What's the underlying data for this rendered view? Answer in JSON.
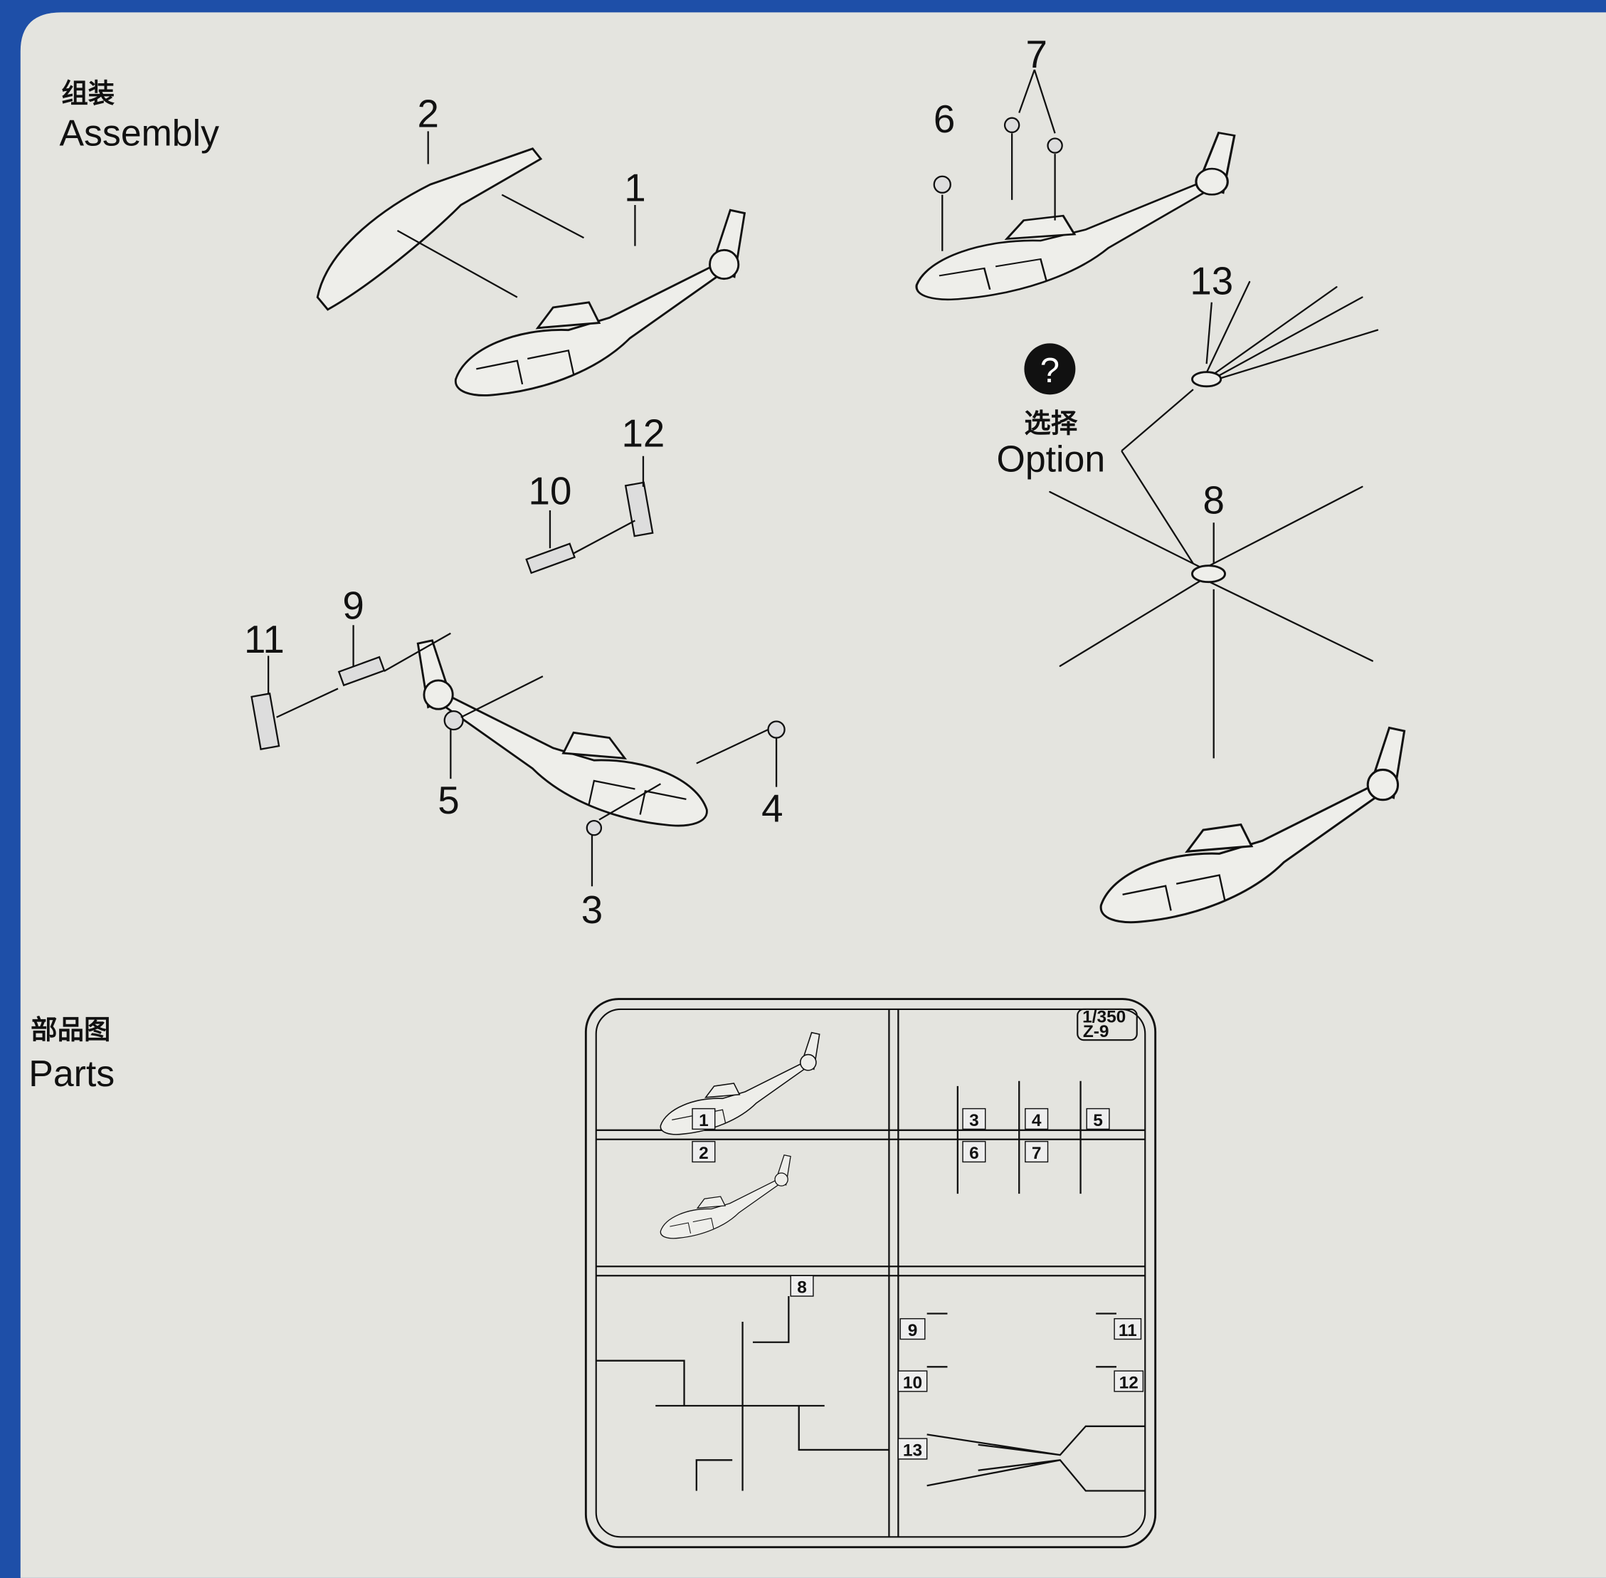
{
  "assembly": {
    "title_cn": "组装",
    "title_en": "Assembly"
  },
  "parts_section": {
    "title_cn": "部品图",
    "title_en": "Parts"
  },
  "option": {
    "icon": "question-circle-icon",
    "label_cn": "选择",
    "label_en": "Option"
  },
  "callouts": [
    "1",
    "2",
    "3",
    "4",
    "5",
    "6",
    "7",
    "8",
    "9",
    "10",
    "11",
    "12",
    "13"
  ],
  "sprue": {
    "scale": "1/350",
    "model": "Z-9",
    "labels": [
      "1",
      "2",
      "3",
      "4",
      "5",
      "6",
      "7",
      "8",
      "9",
      "10",
      "11",
      "12",
      "13"
    ]
  }
}
